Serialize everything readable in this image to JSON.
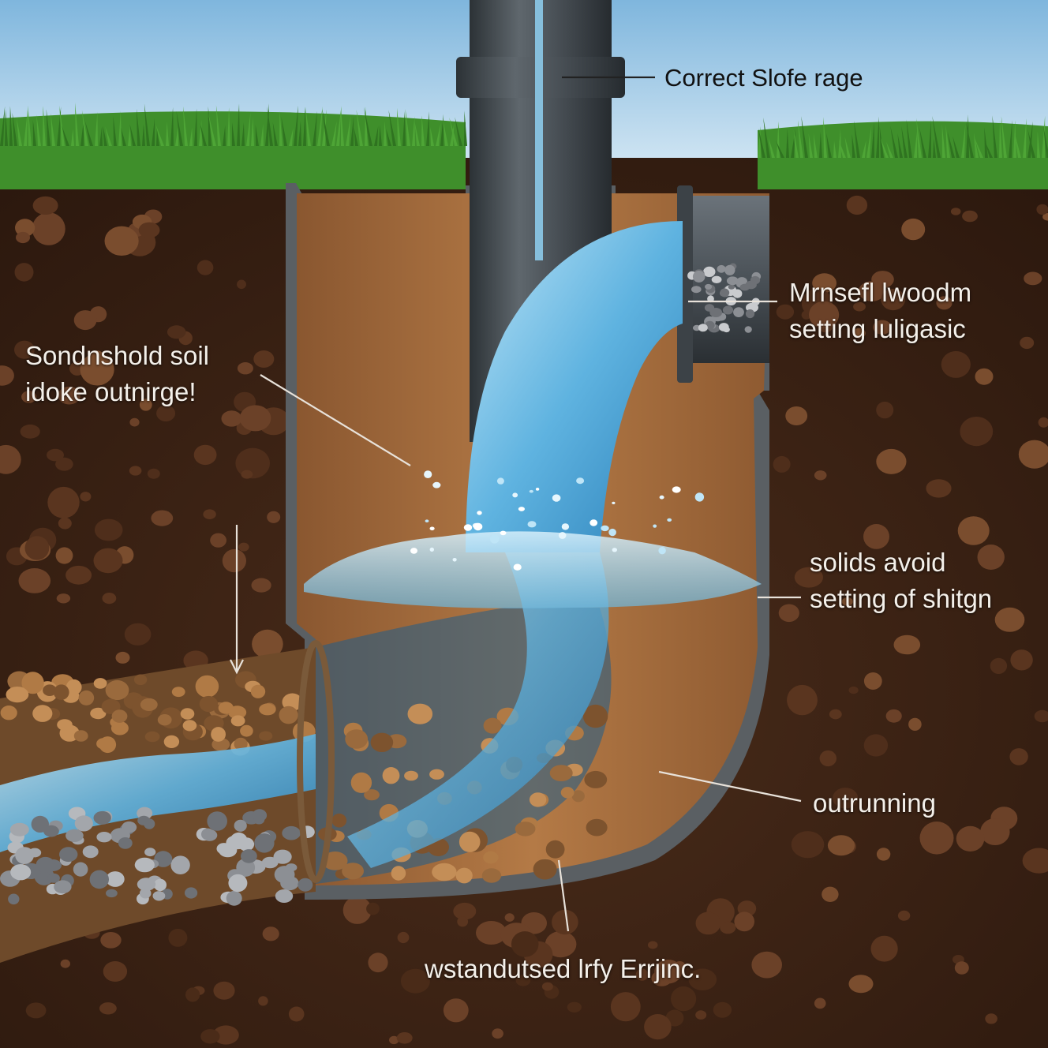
{
  "colors": {
    "sky_top": "#7fb6dd",
    "sky_bottom": "#dcecf6",
    "grass": "#3f8f2b",
    "soil": "#3b2314",
    "trench_soil": "#a86f3f",
    "pipe": "#4a5157",
    "water": "#5fb3e0",
    "gravel": "#8c8f94",
    "pebbles": "#9a6a3d",
    "label_text": "#f4f0ea",
    "leader_line": "#e8e2da"
  },
  "labels": {
    "top": "Correct Slofe rage",
    "right_top_line1": "Mrnsefl lwoodm",
    "right_top_line2": "setting luligasic",
    "left_line1": "Sondnshold soil",
    "left_line2": "idoke outnirge!",
    "right_mid_line1": "solids avoid",
    "right_mid_line2": "setting of shitgn",
    "right_low": "outrunning",
    "bottom": "wstandutsed lrfy Errjinc."
  }
}
